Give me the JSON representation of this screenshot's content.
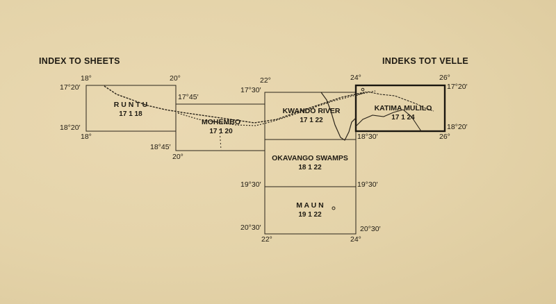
{
  "titles": {
    "left": "INDEX TO SHEETS",
    "right": "INDEKS TOT VELLE"
  },
  "sheets": [
    {
      "name": "R U N T U",
      "number": "17 1 18"
    },
    {
      "name": "MOHEMBO",
      "number": "17 1 20"
    },
    {
      "name": "KWANDO RIVER",
      "number": "17 1 22"
    },
    {
      "name": "KATIMA MULILO",
      "number": "17 1 24"
    },
    {
      "name": "OKAVANGO SWAMPS",
      "number": "18 1 22"
    },
    {
      "name": "M A U N",
      "number": "19 1 22"
    }
  ],
  "coordinates": [
    "18°",
    "20°",
    "17°20′",
    "18°20′",
    "18°",
    "17°45′",
    "18°45′",
    "20°",
    "17°30′",
    "22°",
    "24°",
    "26°",
    "17°20′",
    "18°20′",
    "18°30′",
    "26°",
    "19°30′",
    "19°30′",
    "20°30′",
    "22°",
    "24°",
    "20°30′"
  ],
  "colors": {
    "paper": "#e6d6ad",
    "ink": "#1e1a12"
  }
}
